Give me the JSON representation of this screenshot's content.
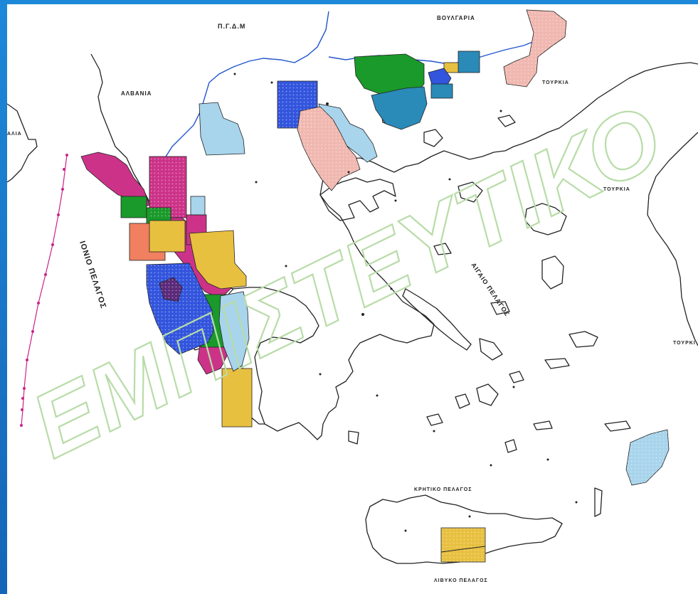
{
  "labels": {
    "fyrom": "Π.Γ.Δ.Μ",
    "bulgaria": "ΒΟΥΛΓΑΡΙΑ",
    "albania": "ΑΛΒΑΝΙΑ",
    "italy": "ΑΛΙΑ",
    "turkey_north": "ΤΟΥΡΚΙΑ",
    "turkey_mid": "ΤΟΥΡΚΙΑ",
    "turkey_east": "ΤΟΥΡΚΙ",
    "ionian_sea": "ΙΟΝΙΟ ΠΕΛΑΓΟΣ",
    "aegean_sea": "ΑΙΓΑΙΟ ΠΕΛΑΓΟΣ",
    "cretan_sea": "ΚΡΗΤΙΚΟ ΠΕΛΑΓΟΣ",
    "libyan_sea": "ΛΙΒΥΚΟ ΠΕΛΑΓΟΣ",
    "watermark": "ΕΜΠΙΣΤΕΥΤΙΚΟ"
  },
  "colors": {
    "frame": "#1a73c8",
    "land_outline": "#222222",
    "border_river": "#2255cc",
    "ionian_boundary": "#cc2288",
    "magenta_block": "#cc3388",
    "green_block": "#1a9a2a",
    "orange_block": "#f08060",
    "yellow_block": "#e8c040",
    "blue_block": "#3355dd",
    "light_blue_block": "#a8d4ec",
    "pink_block": "#f0b8b0",
    "teal_block": "#2a8ab8",
    "watermark_stroke": "#b8dca8"
  }
}
